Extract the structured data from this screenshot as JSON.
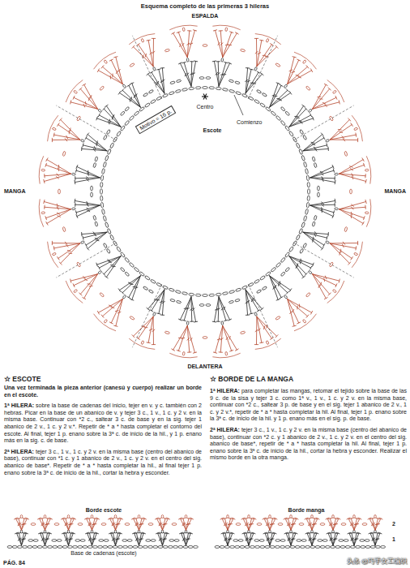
{
  "diagram": {
    "title": "Esquema completo de las primeras 3 hileras",
    "nodes": [
      {
        "text": [
          "Motivo = 16 p."
        ]
      }
    ],
    "labels": [
      "ESPALDA",
      "Centro",
      "Comienzo",
      "Escote",
      "MANGA",
      "MANGA",
      "DELANTERA",
      "☆ ESCOTE",
      "Una vez terminada la pieza anterior (canesú y cuerpo) realizar un borde en el escote.",
      "1ª HILERA:",
      "sobre la base de cadenas del inicio, tejer en v. y c. también con 2 hebras. Picar en la base de un abanico de v. y tejer 3 c., 1 v., 1 c. y 2 v. en la misma base. Continuar con *2 c., saltear 3 c. de base y en la sig. tejer 1 abanico de 2 v., 1 c. y 2 v.*. Repetir de * a * hasta completar el contorno del escote. Al final, tejer 1 p. enano sobre la 3ª c. de inicio de la hil., y 1 p. enano más en la sig. c. de base.",
      "2ª HILERA:",
      "tejer 3 c., 1 v., 1 c. y 2 v. en la misma base (centro del abanico de base), continuar con *1 c. y 1 abanico de 2 v., 1 c. y 2 v. en el centro del sig. abanico de base*. Repetir de * a * hasta completar la hil., al final tejer 1 p. enano sobre la 3ª c. de inicio de la hil., cortar la hebra y esconder.",
      "Borde escote",
      "Base de cadenas (escote)",
      "PÁG. 84",
      "☆ BORDE DE LA MANGA",
      "1ª HILERA:",
      "para completar las mangas, retomar el tejido sobre la base de las 9 c. de la sisa y tejer 3 c. como 1ª v., 1 v., 1 c. y 2 v. en la misma base, continuar con *2 c., saltear 3 p. de base y en el sig. tejer 1 abanico de 2 v., 1 c. y 2 v.*, repetir de * a * hasta completar la hil. Al final, tejer 1 p. enano sobre la 3ª c. de inicio de la hil. y 1 p. enano más en el sig. p. de base.",
      "2ª HILERA:",
      "tejer 3 c., 1 v., 1 c. y 2 v. en la misma base (centro del abanico de base), continuar con *2 c. y 1 abanico de 2 v., 1 c. y 2 v. en el centro del sig. abanico de base*, repetir de * a * hasta completar la hil. Al final, tejer 1 p. enano sobre la 3ª c. de inicio de la hil., cortar la hebra y esconder. Realizar el mismo borde en la otra manga.",
      "Borde manga",
      "2",
      "1",
      "头条 @巧手女工编织"
    ]
  }
}
